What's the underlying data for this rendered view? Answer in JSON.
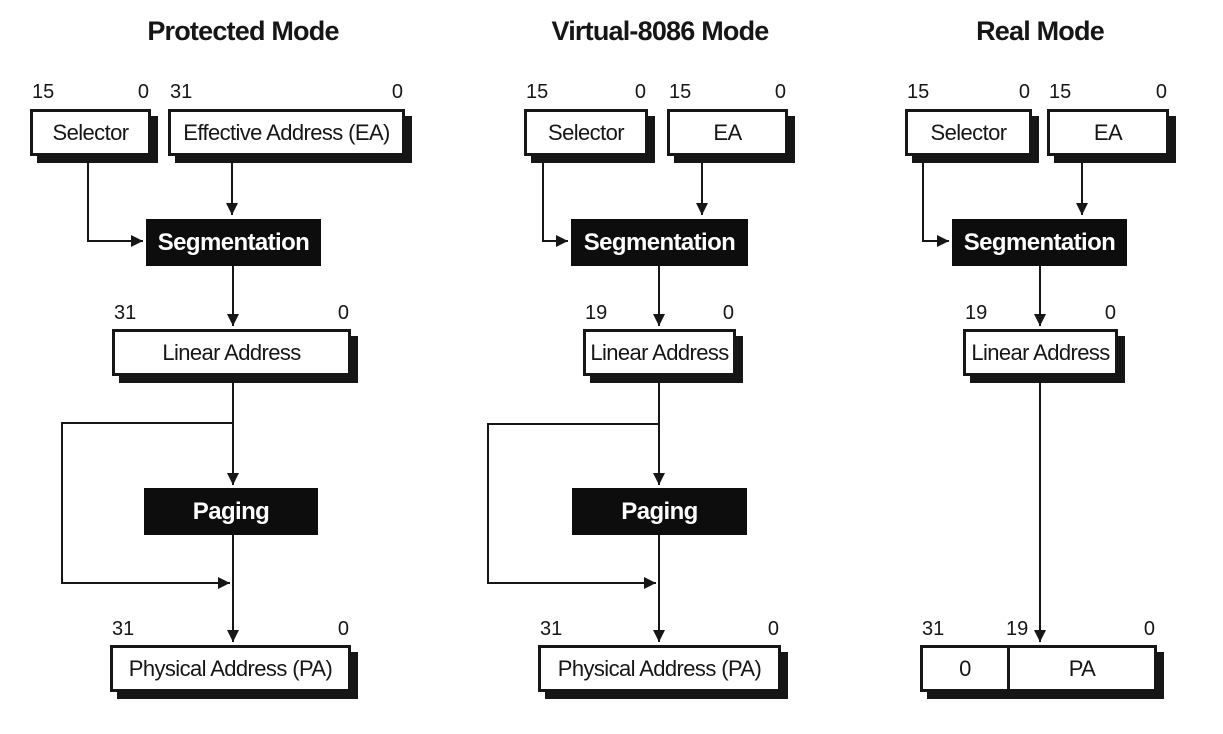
{
  "figure": {
    "background": "#ffffff",
    "ink_color": "#161616",
    "process_box_fill": "#0d0d0d",
    "process_box_text_color": "#ffffff",
    "columns": [
      {
        "title": "Protected Mode",
        "selector": {
          "label": "Selector",
          "bit_high": "15",
          "bit_low": "0"
        },
        "effective_address": {
          "label": "Effective Address (EA)",
          "bit_high": "31",
          "bit_low": "0"
        },
        "segmentation_label": "Segmentation",
        "linear_address": {
          "label": "Linear Address",
          "bit_high": "31",
          "bit_low": "0"
        },
        "paging_label": "Paging",
        "physical_address": {
          "label": "Physical Address (PA)",
          "bit_high": "31",
          "bit_low": "0"
        }
      },
      {
        "title": "Virtual-8086 Mode",
        "selector": {
          "label": "Selector",
          "bit_high": "15",
          "bit_low": "0"
        },
        "effective_address": {
          "label": "EA",
          "bit_high": "15",
          "bit_low": "0"
        },
        "segmentation_label": "Segmentation",
        "linear_address": {
          "label": "Linear Address",
          "bit_high": "19",
          "bit_low": "0"
        },
        "paging_label": "Paging",
        "physical_address": {
          "label": "Physical Address (PA)",
          "bit_high": "31",
          "bit_low": "0"
        }
      },
      {
        "title": "Real Mode",
        "selector": {
          "label": "Selector",
          "bit_high": "15",
          "bit_low": "0"
        },
        "effective_address": {
          "label": "EA",
          "bit_high": "15",
          "bit_low": "0"
        },
        "segmentation_label": "Segmentation",
        "linear_address": {
          "label": "Linear Address",
          "bit_high": "19",
          "bit_low": "0"
        },
        "physical_address": {
          "zero_label": "0",
          "pa_label": "PA",
          "bit_high": "31",
          "bit_mid": "19",
          "bit_low": "0"
        }
      }
    ]
  }
}
